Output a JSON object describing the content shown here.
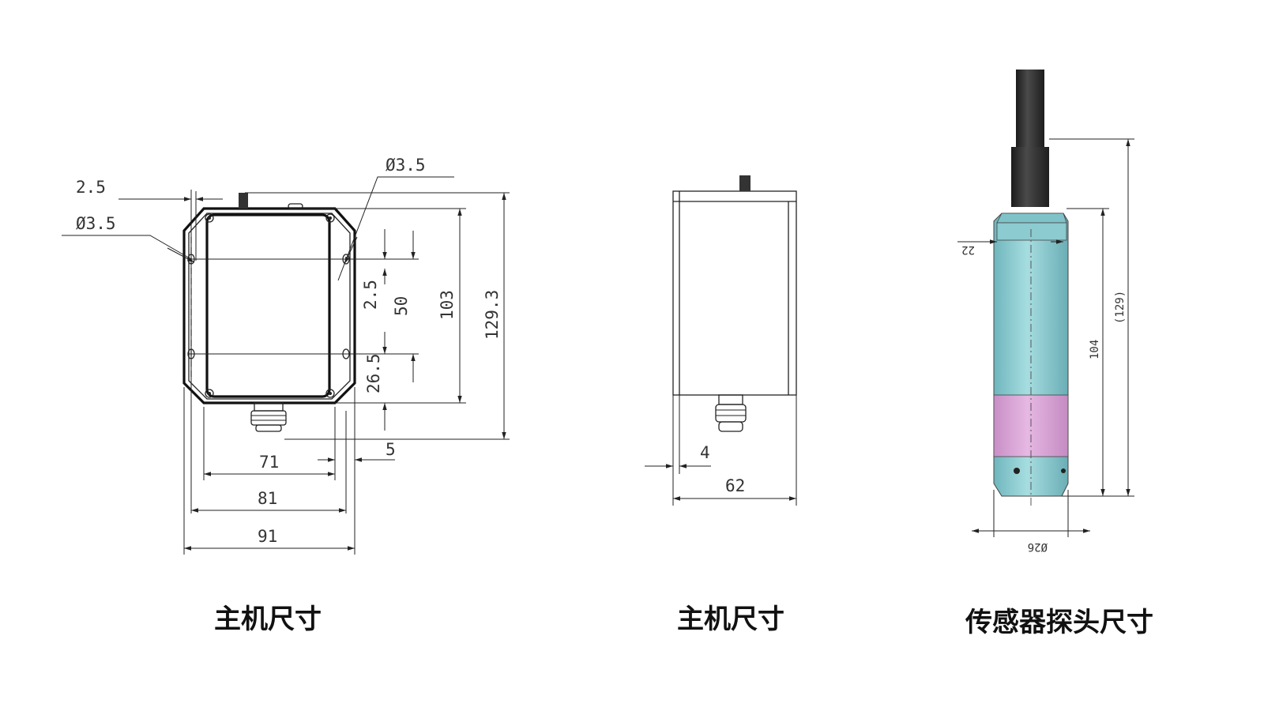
{
  "captions": {
    "host_front": "主机尺寸",
    "host_side": "主机尺寸",
    "probe": "传感器探头尺寸"
  },
  "front_view": {
    "hole_left": "Ø3.5",
    "hole_right": "Ø3.5",
    "offset_top": "2.5",
    "d_2_5": "2.5",
    "d_50": "50",
    "d_103": "103",
    "d_129_3": "129.3",
    "d_26_5": "26.5",
    "d_5": "5",
    "w_71": "71",
    "w_81": "81",
    "w_91": "91"
  },
  "side_view": {
    "d_4": "4",
    "w_62": "62"
  },
  "probe_view": {
    "d_22": "22",
    "d_104": "104",
    "d_129": "(129)",
    "d_dia": "Ø26"
  },
  "colors": {
    "probe_body": "#8fcfd4",
    "probe_band": "#d9a3d6",
    "cable": "#2b2b2b"
  }
}
